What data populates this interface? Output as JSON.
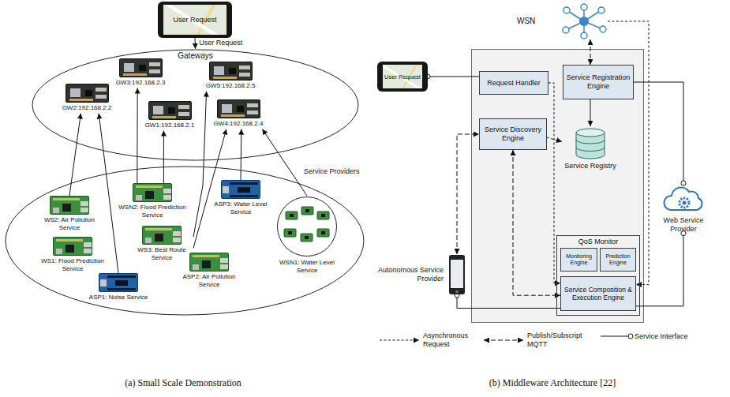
{
  "diagram": {
    "nodes": [
      {
        "text": [
          "User Request"
        ]
      },
      {
        "text": [
          "Gateways"
        ]
      },
      {
        "text": [
          "GW3:192.168.2.3"
        ],
        "in": 1
      },
      {
        "text": [
          "GW5:192.168.2.5"
        ],
        "in": 1
      },
      {
        "text": [
          "GW2:192.168.2.2"
        ],
        "in": 1
      },
      {
        "text": [
          "GW1:192.168.2.1"
        ],
        "in": 1
      },
      {
        "text": [
          "GW4:192.168.2.4"
        ],
        "in": 1
      },
      {
        "text": [
          "Service Providers"
        ]
      },
      {
        "text": [
          "WS2: Air Pollution Service"
        ],
        "in": 7
      },
      {
        "text": [
          "WSN2: Flood Prediction Service"
        ],
        "in": 7
      },
      {
        "text": [
          "ASP3: Water Level Service"
        ],
        "in": 7
      },
      {
        "text": [
          "WSN1: Water Level Service"
        ],
        "in": 7
      },
      {
        "text": [
          "WS1: Flood Prediction Service"
        ],
        "in": 7
      },
      {
        "text": [
          "WS3: Best Route Service"
        ],
        "in": 7
      },
      {
        "text": [
          "ASP1: Noise Service"
        ],
        "in": 7
      },
      {
        "text": [
          "ASP2: Air Pollution Service"
        ],
        "in": 7
      },
      {
        "text": [
          "WSN"
        ]
      },
      {
        "text": [
          "User Request"
        ]
      },
      {
        "text": [
          "Request Handler"
        ]
      },
      {
        "text": [
          "Service Registration Engine"
        ]
      },
      {
        "text": [
          "Service Discovery Engine"
        ]
      },
      {
        "text": [
          "Service Registry"
        ]
      },
      {
        "text": [
          "QoS Monitor"
        ]
      },
      {
        "text": [
          "Monitoring Engine"
        ],
        "in": 22
      },
      {
        "text": [
          "Prediction Engine"
        ],
        "in": 22
      },
      {
        "text": [
          "Service Composition & Execution Engine"
        ],
        "in": 22
      },
      {
        "text": [
          "Web Service Provider"
        ]
      },
      {
        "text": [
          "Autonomous Service Provider"
        ]
      }
    ],
    "edges": [
      {
        "from": 0,
        "to": 1,
        "label": "User Request",
        "arrow": "to"
      },
      {
        "from": 8,
        "to": 4,
        "arrow": "to"
      },
      {
        "from": 14,
        "to": 4,
        "arrow": "to"
      },
      {
        "from": 9,
        "to": 2,
        "arrow": "to"
      },
      {
        "from": 9,
        "to": 5,
        "arrow": "to"
      },
      {
        "from": 13,
        "to": 3,
        "arrow": "to"
      },
      {
        "from": 13,
        "to": 6,
        "arrow": "to"
      },
      {
        "from": 10,
        "to": 6,
        "arrow": "to"
      },
      {
        "from": 11,
        "to": 6,
        "arrow": "to"
      },
      {
        "from": 17,
        "to": 18,
        "arrow": "none"
      },
      {
        "from": 16,
        "to": 19,
        "arrow": "both"
      },
      {
        "from": 19,
        "to": 21,
        "arrow": "to"
      },
      {
        "from": 20,
        "to": 21,
        "arrow": "to"
      },
      {
        "from": 19,
        "to": 26,
        "arrow": "none"
      },
      {
        "from": 26,
        "to": 25,
        "arrow": "none"
      },
      {
        "from": 27,
        "to": 20,
        "arrow": "both"
      },
      {
        "from": 27,
        "to": 25,
        "arrow": "none"
      },
      {
        "from": 18,
        "to": 25,
        "arrow": "to"
      },
      {
        "from": 20,
        "to": 25,
        "arrow": "both"
      },
      {
        "from": 16,
        "to": 25,
        "arrow": "to"
      }
    ],
    "labels": [
      "(a) Small Scale Demonstration",
      "(b) Middleware Architecture [22]"
    ],
    "legend": [
      {
        "text": "Asynchronous Request"
      },
      {
        "text": "Publish/Subscript MQTT"
      },
      {
        "text": "Service Interface"
      }
    ]
  }
}
